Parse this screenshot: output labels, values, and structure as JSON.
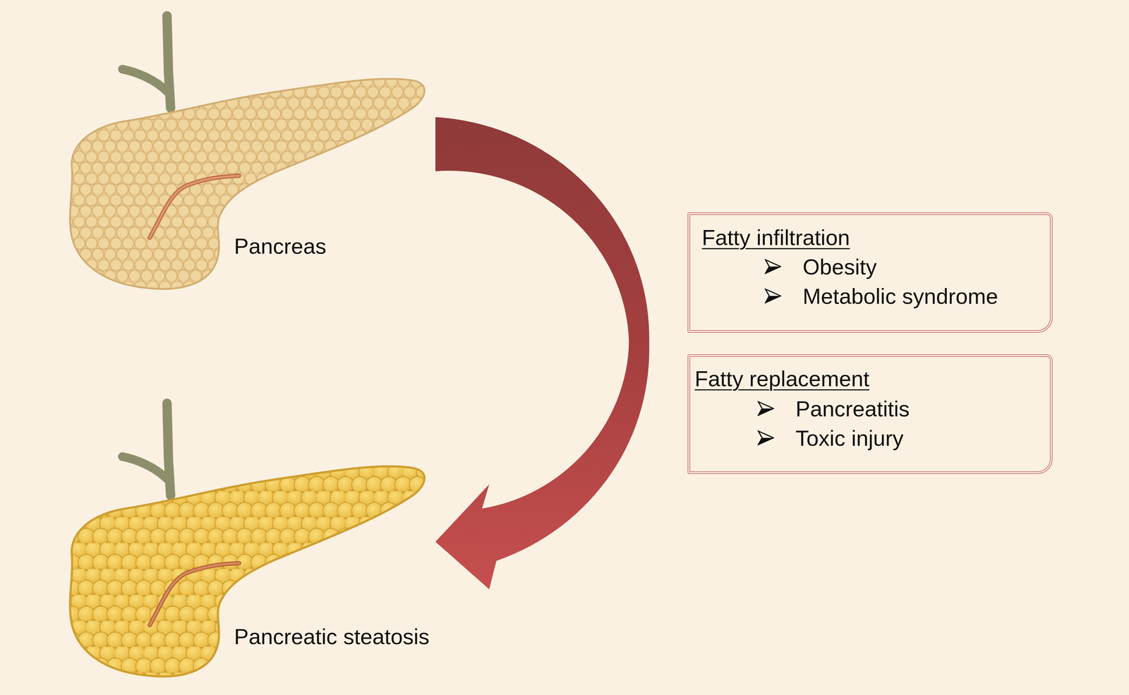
{
  "diagram": {
    "nodes": [
      {
        "text": [
          "Pancreas"
        ]
      },
      {
        "text": [
          "Fatty infiltration",
          "Obesity",
          "Metabolic syndrome"
        ]
      },
      {
        "text": [
          "Fatty replacement",
          "Pancreatitis",
          "Toxic injury"
        ]
      },
      {
        "text": [
          "Pancreatic steatosis"
        ]
      }
    ],
    "edges": [
      {
        "from": 0,
        "to": 3,
        "arrow": "to"
      }
    ]
  }
}
